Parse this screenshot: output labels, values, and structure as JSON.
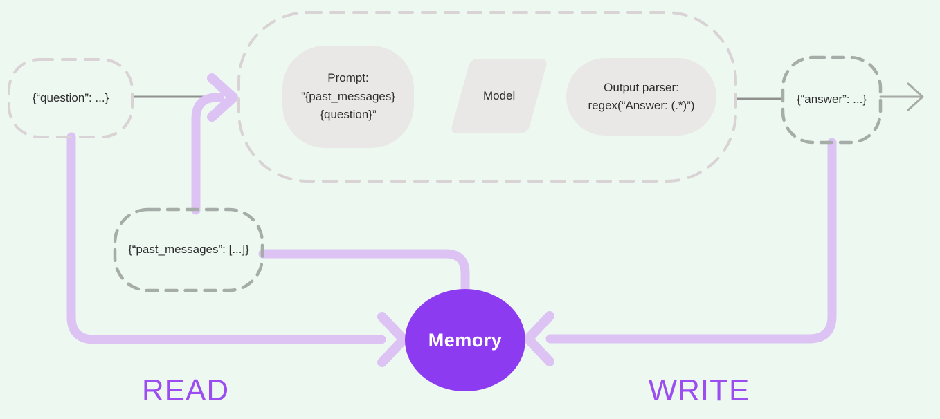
{
  "diagram": {
    "nodes": {
      "question": {
        "label": "{“question”: ...}"
      },
      "past_messages": {
        "label": "{“past_messages”: [...]}"
      },
      "answer": {
        "label": "{“answer”: ...}"
      },
      "prompt": {
        "lines": [
          "Prompt:",
          "”{past_messages}",
          "{question}”"
        ]
      },
      "model": {
        "label": "Model"
      },
      "output_parser": {
        "lines": [
          "Output parser:",
          "regex(“Answer: (.*)”)"
        ]
      },
      "memory": {
        "label": "Memory"
      }
    },
    "flow_labels": {
      "read": "READ",
      "write": "WRITE"
    },
    "colors": {
      "background": "#edf8f1",
      "arrow_light_purple": "#dcc3f4",
      "memory_fill": "#8d3bf0",
      "read_write_text": "#9b4df0",
      "node_fill": "#e9e8e6",
      "dashed_light": "#d9d3d6",
      "dashed_gray": "#a6aca8",
      "connector_gray": "#8e918e",
      "connector_gray_light": "#a8aaa7",
      "text_dark": "#2d2d2d"
    }
  }
}
